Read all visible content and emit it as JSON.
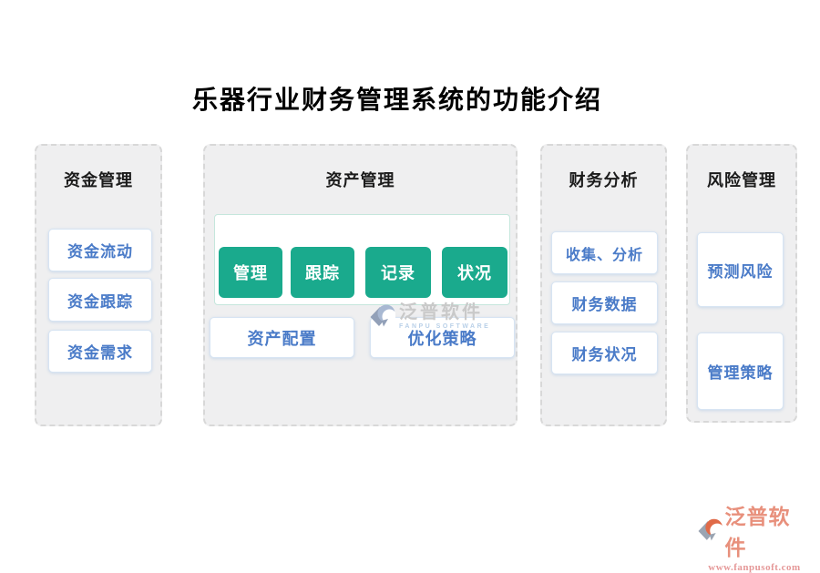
{
  "title": "乐器行业财务管理系统的功能介绍",
  "columns": [
    {
      "header": "资金管理",
      "items": [
        "资金流动",
        "资金跟踪",
        "资金需求"
      ]
    },
    {
      "header": "资产管理",
      "buttons": [
        "管理",
        "跟踪",
        "记录",
        "状况"
      ],
      "items": [
        "资产配置",
        "优化策略"
      ]
    },
    {
      "header": "财务分析",
      "items": [
        "收集、分析",
        "财务数据",
        "财务状况"
      ]
    },
    {
      "header": "风险管理",
      "items": [
        "预测风险",
        "管理策略"
      ]
    }
  ],
  "watermark": {
    "brand": "泛普软件",
    "tagline": "FANPU SOFTWARE"
  },
  "footer": {
    "brand": "泛普软件",
    "website": "www.fanpusoft.com"
  },
  "colors": {
    "accent_green": "#1aaa8d",
    "item_text_blue": "#4a7bc8",
    "panel_background": "#efeff0",
    "panel_border": "#d8d8d8",
    "brand_salmon": "#e8907c",
    "watermark_gray": "#c9c9c9"
  }
}
